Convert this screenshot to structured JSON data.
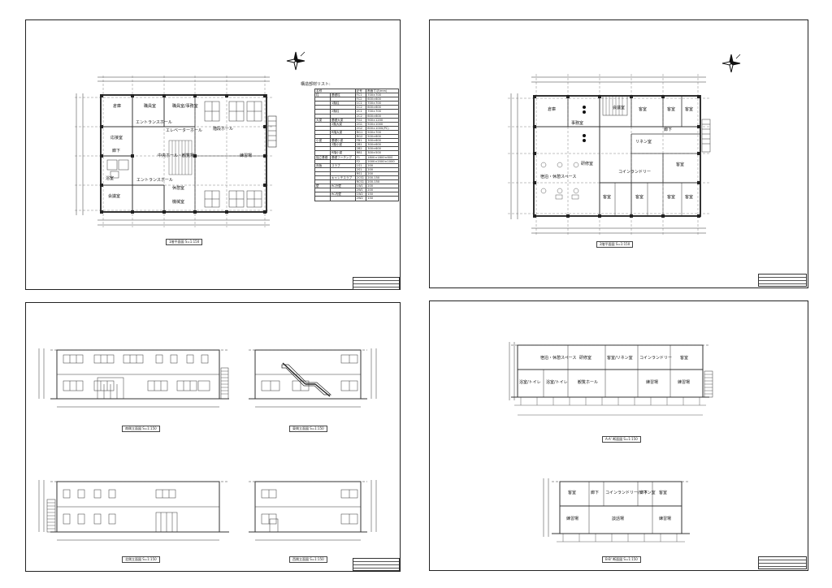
{
  "sheets": [
    {
      "id": "sheet1",
      "caption": "1階平面図 S=1:150"
    },
    {
      "id": "sheet2",
      "caption": "2階平面図 S=1:150"
    },
    {
      "id": "sheet3",
      "captions": [
        "南側立面図 S=1:150",
        "東側立面図 S=1:150",
        "北側立面図 S=1:150",
        "西側立面図 S=1:150"
      ]
    },
    {
      "id": "sheet4",
      "captions": [
        "A-A' 断面図 S=1:150",
        "B-B' 断面図 S=1:150"
      ]
    }
  ],
  "plan1_rooms": {
    "r1": "倉庫",
    "r2": "職員室",
    "r3": "職員室/事務室",
    "r4": "応接室",
    "r5": "エントランスホール",
    "r6": "エレベーターホール",
    "r7": "廊下",
    "r8": "階段ホール",
    "r9": "中央ホール・観覧場",
    "r10": "練習場",
    "r11": "エントランスホール",
    "r12": "浴室",
    "r13": "会議室",
    "r14": "休憩室",
    "r15": "機械室"
  },
  "plan2_rooms": {
    "r1": "倉庫",
    "r2": "会議室",
    "r3": "事務室",
    "r4": "客室",
    "r5": "客室",
    "r6": "客室",
    "r7": "廊下",
    "r8": "宿泊・休憩スペース",
    "r9": "研修室",
    "r10": "リネン室",
    "r11": "コインランドリー",
    "r12": "客室",
    "r13": "客室",
    "r14": "客室",
    "r15": "客室",
    "r16": "客室"
  },
  "legend": {
    "title": "構造部材リスト:",
    "headers": [
      "名称",
      "記号",
      "断面寸法(mm)"
    ],
    "rows": [
      [
        "柱",
        "基礎柱",
        "FC1",
        "700×700"
      ],
      [
        "",
        "",
        "FC2",
        "600×600"
      ],
      [
        "",
        "1階柱",
        "1C1",
        "700×700"
      ],
      [
        "",
        "",
        "1C2",
        "600×600"
      ],
      [
        "",
        "2階柱",
        "2C1",
        "700×700"
      ],
      [
        "",
        "",
        "2C2",
        "600×600"
      ],
      [
        "大梁",
        "基礎大梁",
        "FG1",
        "900×1200"
      ],
      [
        "",
        "2階大梁",
        "2G1",
        "500×1000"
      ],
      [
        "",
        "",
        "2G2",
        "600×1000(PC)"
      ],
      [
        "",
        "R階大梁",
        "RG1",
        "500×700"
      ],
      [
        "",
        "",
        "RG2",
        "500×600"
      ],
      [
        "小梁",
        "基礎小梁",
        "FB1",
        "300×600"
      ],
      [
        "",
        "2階小梁",
        "2B1",
        "300×600"
      ],
      [
        "",
        "",
        "2B2",
        "300×600"
      ],
      [
        "",
        "R階小梁",
        "RB1",
        "300×500"
      ],
      [
        "独立基礎",
        "基礎フーチング",
        "F1",
        "1800×1800×800"
      ],
      [
        "",
        "",
        "F2",
        "2000×2000×1000"
      ],
      [
        "床版",
        "スラブ",
        "1S1",
        "200"
      ],
      [
        "",
        "",
        "2S1",
        "200"
      ],
      [
        "",
        "",
        "RS1",
        "200"
      ],
      [
        "",
        "キャンチスラブ",
        "2CS1",
        "200-150"
      ],
      [
        "",
        "",
        "RCS1",
        "200-150"
      ],
      [
        "壁",
        "RC外壁",
        "1W1",
        "200"
      ],
      [
        "",
        "",
        "2W1",
        "200"
      ],
      [
        "",
        "RC内壁",
        "1W2",
        "150"
      ],
      [
        "",
        "",
        "2W2",
        "150"
      ]
    ]
  },
  "section_rooms": {
    "a1": "宿泊・休憩スペース",
    "a2": "研修室",
    "a3": "客室/リネン室",
    "a4": "コインランドリー",
    "a5": "客室",
    "a6": "浴室/トイレ",
    "a7": "浴室/トイレ",
    "a8": "観覧ホール",
    "a9": "練習場",
    "a10": "練習場",
    "b1": "客室",
    "b2": "廊下",
    "b3": "コインランドリー/リネン室",
    "b4": "廊下",
    "b5": "客室",
    "b6": "練習場",
    "b7": "談話場",
    "b8": "練習場"
  }
}
